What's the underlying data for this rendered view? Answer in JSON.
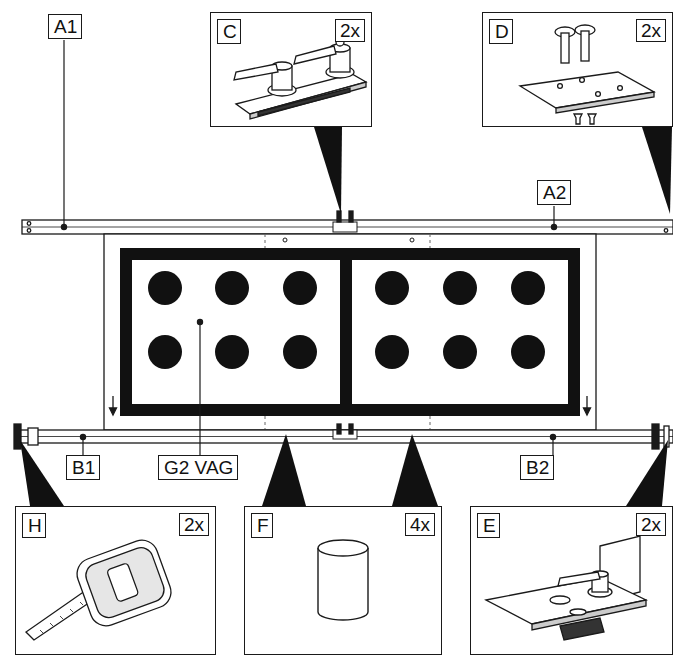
{
  "diagram": {
    "nodes": [
      {
        "text": [
          "A1"
        ]
      },
      {
        "text": [
          "2x"
        ]
      },
      {
        "text": [
          "C"
        ],
        "in": 1
      },
      {
        "text": [
          "2x"
        ]
      },
      {
        "text": [
          "D"
        ],
        "in": 3
      },
      {
        "text": [
          "A2"
        ]
      },
      {
        "text": [
          "B1"
        ]
      },
      {
        "text": [
          "G2 VAG"
        ]
      },
      {
        "text": [
          "B2"
        ]
      },
      {
        "text": [
          "2x"
        ]
      },
      {
        "text": [
          "H"
        ],
        "in": 9
      },
      {
        "text": [
          "4x"
        ]
      },
      {
        "text": [
          "F"
        ],
        "in": 11
      },
      {
        "text": [
          "2x"
        ]
      },
      {
        "text": [
          "E"
        ],
        "in": 13
      }
    ]
  }
}
